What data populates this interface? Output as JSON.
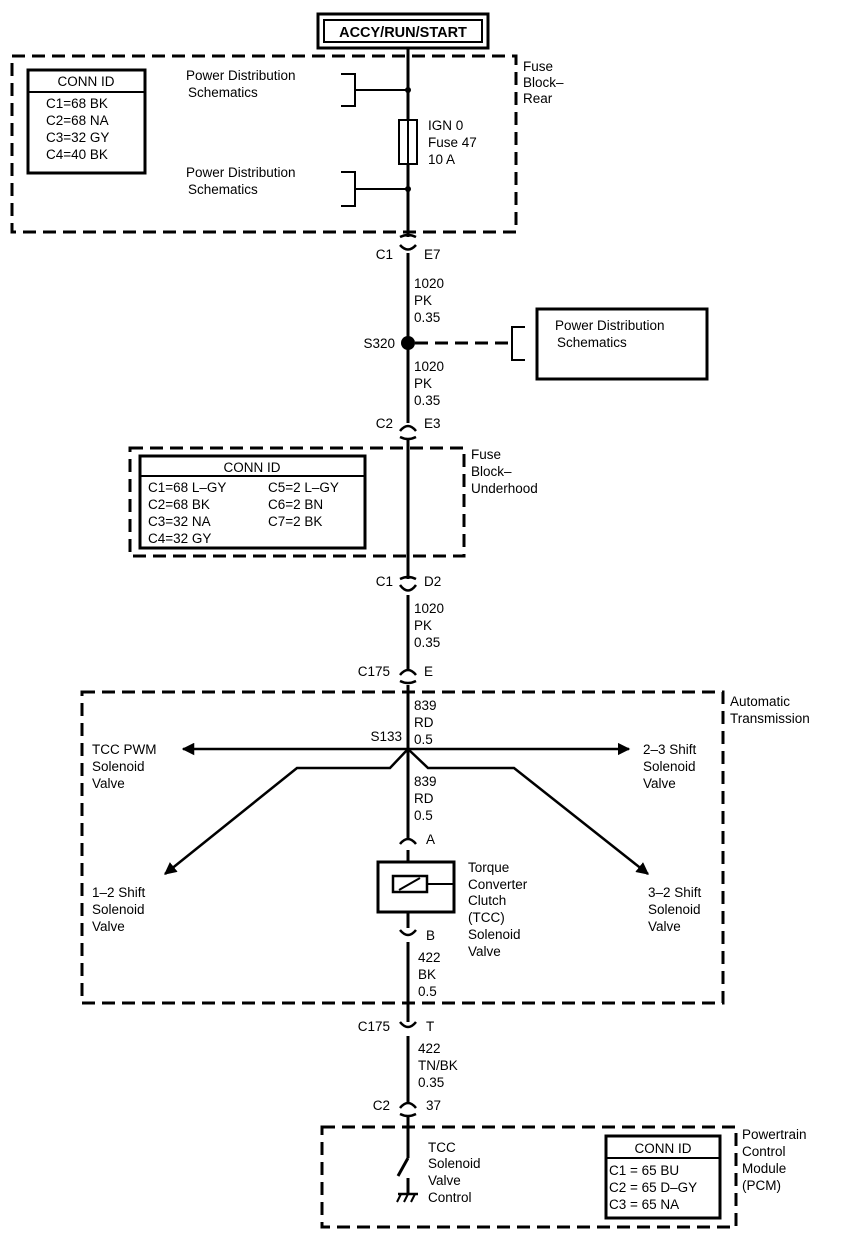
{
  "power_source": "ACCY/RUN/START",
  "fuse_block_rear": {
    "label": [
      "Fuse",
      "Block–",
      "Rear"
    ],
    "conn_id": {
      "title": "CONN ID",
      "rows": [
        "C1=68 BK",
        "C2=68 NA",
        "C3=32 GY",
        "C4=40 BK"
      ]
    },
    "power_dist_top": [
      "Power Distribution",
      "Schematics"
    ],
    "power_dist_bottom": [
      "Power Distribution",
      "Schematics"
    ],
    "fuse": [
      "IGN 0",
      "Fuse 47",
      "10 A"
    ]
  },
  "conn_c1_e7": {
    "left": "C1",
    "right": "E7"
  },
  "wire_1": [
    "1020",
    "PK",
    "0.35"
  ],
  "splice_s320": {
    "label": "S320",
    "power_dist": [
      "Power Distribution",
      "Schematics"
    ]
  },
  "wire_2": [
    "1020",
    "PK",
    "0.35"
  ],
  "conn_c2_e3": {
    "left": "C2",
    "right": "E3"
  },
  "fuse_block_underhood": {
    "label": [
      "Fuse",
      "Block–",
      "Underhood"
    ],
    "conn_id": {
      "title": "CONN ID",
      "left_rows": [
        "C1=68 L–GY",
        "C2=68 BK",
        "C3=32 NA",
        "C4=32 GY"
      ],
      "right_rows": [
        "C5=2 L–GY",
        "C6=2 BN",
        "C7=2 BK"
      ]
    }
  },
  "conn_c1_d2": {
    "left": "C1",
    "right": "D2"
  },
  "wire_3": [
    "1020",
    "PK",
    "0.35"
  ],
  "conn_c175_e": {
    "left": "C175",
    "right": "E"
  },
  "automatic_transmission": {
    "label": [
      "Automatic",
      "Transmission"
    ],
    "wire_839_top": [
      "839",
      "RD",
      "0.5"
    ],
    "splice_s133": "S133",
    "tcc_pwm": [
      "TCC PWM",
      "Solenoid",
      "Valve"
    ],
    "shift_23": [
      "2–3 Shift",
      "Solenoid",
      "Valve"
    ],
    "shift_12": [
      "1–2 Shift",
      "Solenoid",
      "Valve"
    ],
    "shift_32": [
      "3–2 Shift",
      "Solenoid",
      "Valve"
    ],
    "wire_839_bottom": [
      "839",
      "RD",
      "0.5"
    ],
    "conn_a": "A",
    "conn_b": "B",
    "tcc_solenoid": [
      "Torque",
      "Converter",
      "Clutch",
      "(TCC)",
      "Solenoid",
      "Valve"
    ],
    "wire_422": [
      "422",
      "BK",
      "0.5"
    ]
  },
  "conn_c175_t": {
    "left": "C175",
    "right": "T"
  },
  "wire_4": [
    "422",
    "TN/BK",
    "0.35"
  ],
  "conn_c2_37": {
    "left": "C2",
    "right": "37"
  },
  "pcm": {
    "label": [
      "Powertrain",
      "Control",
      "Module",
      "(PCM)"
    ],
    "control": [
      "TCC",
      "Solenoid",
      "Valve",
      "Control"
    ],
    "conn_id": {
      "title": "CONN ID",
      "rows": [
        "C1 = 65 BU",
        "C2 = 65 D–GY",
        "C3 = 65 NA"
      ]
    }
  }
}
